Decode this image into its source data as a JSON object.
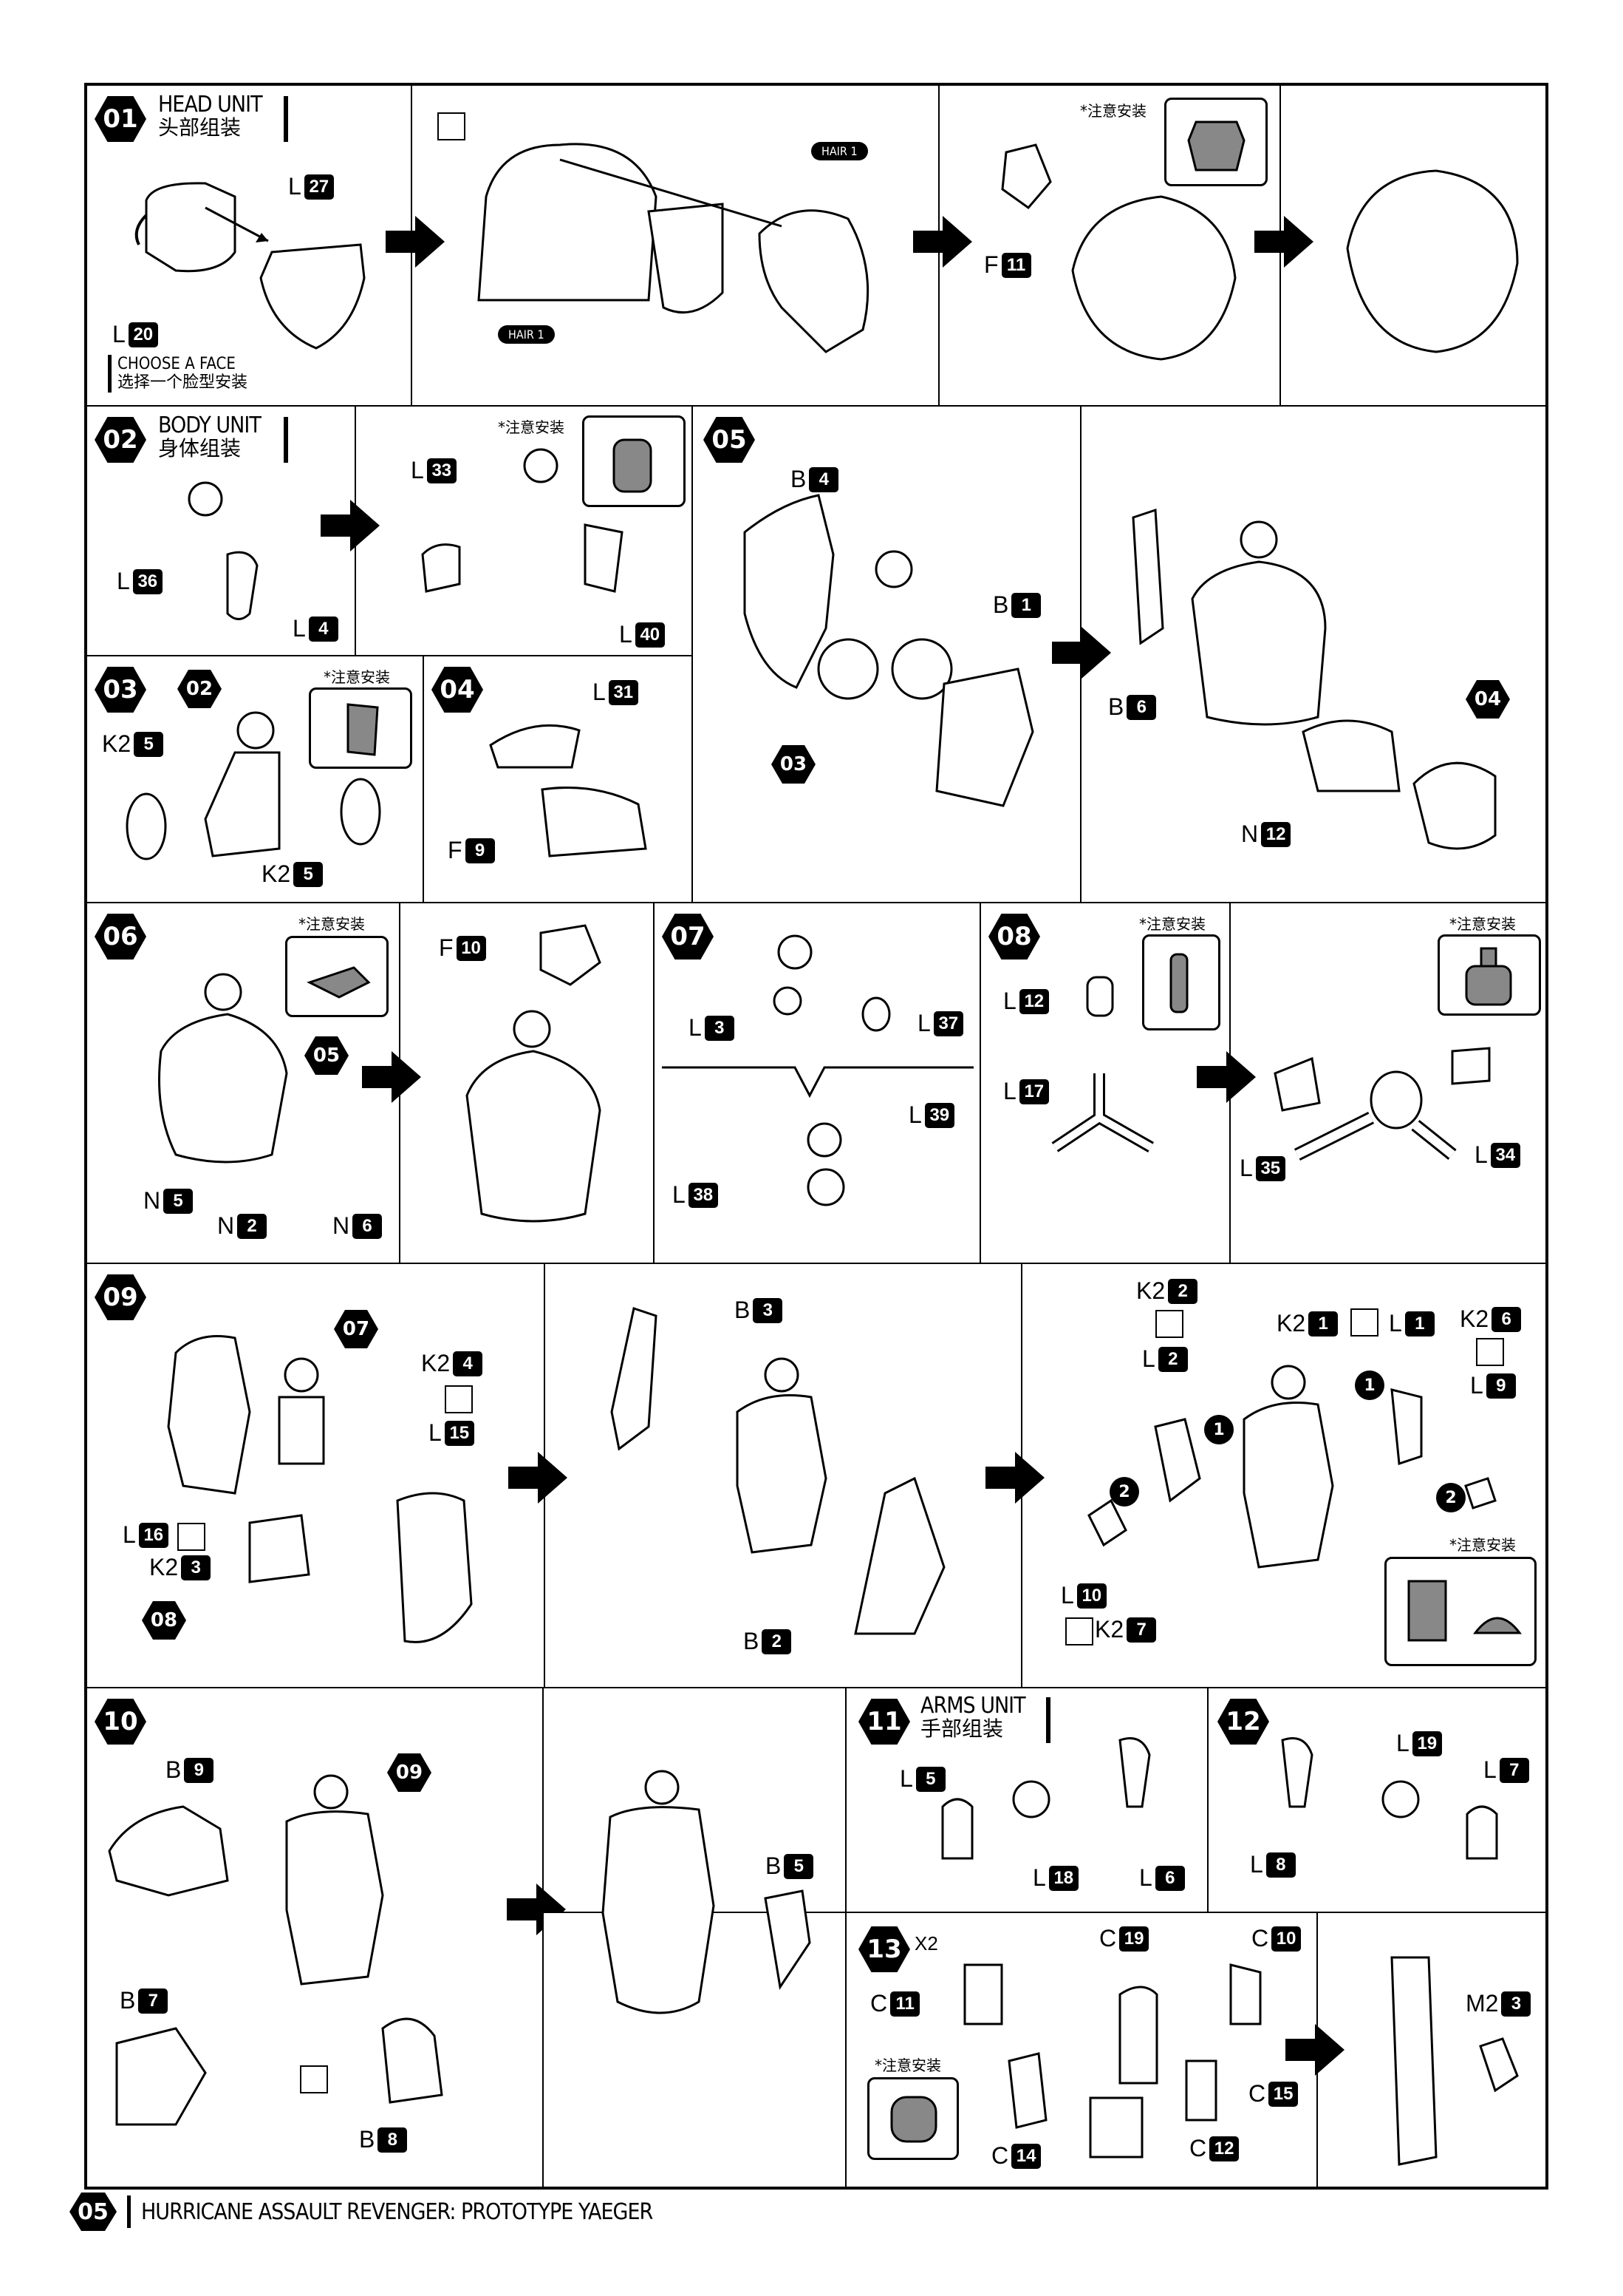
{
  "footer": {
    "page": "05",
    "title": "HURRICANE ASSAULT REVENGER: PROTOTYPE YAEGER"
  },
  "note_label": "*注意安装",
  "hair_tag": "HAIR 1",
  "steps": {
    "s01": {
      "num": "01",
      "title_en": "HEAD UNIT",
      "title_cn": "头部组装",
      "choose_en": "CHOOSE A FACE",
      "choose_cn": "选择一个脸型安装"
    },
    "s02": {
      "num": "02",
      "title_en": "BODY UNIT",
      "title_cn": "身体组装"
    },
    "s03": {
      "num": "03",
      "ref": "02"
    },
    "s04": {
      "num": "04"
    },
    "s05": {
      "num": "05",
      "refs": [
        "03",
        "04"
      ]
    },
    "s06": {
      "num": "06",
      "ref": "05"
    },
    "s07": {
      "num": "07"
    },
    "s08": {
      "num": "08"
    },
    "s09": {
      "num": "09",
      "refs": [
        "07",
        "08"
      ]
    },
    "s10": {
      "num": "10",
      "ref": "09"
    },
    "s11": {
      "num": "11",
      "title_en": "ARMS UNIT",
      "title_cn": "手部组装"
    },
    "s12": {
      "num": "12"
    },
    "s13": {
      "num": "13",
      "multiplier": "X2"
    }
  },
  "parts": {
    "L27": {
      "l": "L",
      "n": "27"
    },
    "L20": {
      "l": "L",
      "n": "20"
    },
    "F11": {
      "l": "F",
      "n": "11"
    },
    "L33": {
      "l": "L",
      "n": "33"
    },
    "L36": {
      "l": "L",
      "n": "36"
    },
    "L4": {
      "l": "L",
      "n": "4"
    },
    "L40": {
      "l": "L",
      "n": "40"
    },
    "B4": {
      "l": "B",
      "n": "4"
    },
    "B1": {
      "l": "B",
      "n": "1"
    },
    "B6": {
      "l": "B",
      "n": "6"
    },
    "N12": {
      "l": "N",
      "n": "12"
    },
    "K25a": {
      "l": "K2",
      "n": "5"
    },
    "K25b": {
      "l": "K2",
      "n": "5"
    },
    "L31": {
      "l": "L",
      "n": "31"
    },
    "F9": {
      "l": "F",
      "n": "9"
    },
    "F10": {
      "l": "F",
      "n": "10"
    },
    "N5": {
      "l": "N",
      "n": "5"
    },
    "N2": {
      "l": "N",
      "n": "2"
    },
    "N6": {
      "l": "N",
      "n": "6"
    },
    "L3": {
      "l": "L",
      "n": "3"
    },
    "L37": {
      "l": "L",
      "n": "37"
    },
    "L39": {
      "l": "L",
      "n": "39"
    },
    "L38": {
      "l": "L",
      "n": "38"
    },
    "L12": {
      "l": "L",
      "n": "12"
    },
    "L17": {
      "l": "L",
      "n": "17"
    },
    "L35": {
      "l": "L",
      "n": "35"
    },
    "L34": {
      "l": "L",
      "n": "34"
    },
    "K24": {
      "l": "K2",
      "n": "4"
    },
    "L15": {
      "l": "L",
      "n": "15"
    },
    "L16": {
      "l": "L",
      "n": "16"
    },
    "K23": {
      "l": "K2",
      "n": "3"
    },
    "B3": {
      "l": "B",
      "n": "3"
    },
    "B2": {
      "l": "B",
      "n": "2"
    },
    "K22": {
      "l": "K2",
      "n": "2"
    },
    "L2": {
      "l": "L",
      "n": "2"
    },
    "K21": {
      "l": "K2",
      "n": "1"
    },
    "L1": {
      "l": "L",
      "n": "1"
    },
    "K26": {
      "l": "K2",
      "n": "6"
    },
    "L9": {
      "l": "L",
      "n": "9"
    },
    "L10": {
      "l": "L",
      "n": "10"
    },
    "K27": {
      "l": "K2",
      "n": "7"
    },
    "B9": {
      "l": "B",
      "n": "9"
    },
    "B7": {
      "l": "B",
      "n": "7"
    },
    "B8": {
      "l": "B",
      "n": "8"
    },
    "B5": {
      "l": "B",
      "n": "5"
    },
    "L5": {
      "l": "L",
      "n": "5"
    },
    "L18": {
      "l": "L",
      "n": "18"
    },
    "L6": {
      "l": "L",
      "n": "6"
    },
    "L19": {
      "l": "L",
      "n": "19"
    },
    "L7": {
      "l": "L",
      "n": "7"
    },
    "L8": {
      "l": "L",
      "n": "8"
    },
    "C19": {
      "l": "C",
      "n": "19"
    },
    "C10": {
      "l": "C",
      "n": "10"
    },
    "C11": {
      "l": "C",
      "n": "11"
    },
    "C15": {
      "l": "C",
      "n": "15"
    },
    "C14": {
      "l": "C",
      "n": "14"
    },
    "C12": {
      "l": "C",
      "n": "12"
    },
    "M23": {
      "l": "M2",
      "n": "3"
    }
  },
  "order_marks": {
    "one": "1",
    "two": "2"
  }
}
